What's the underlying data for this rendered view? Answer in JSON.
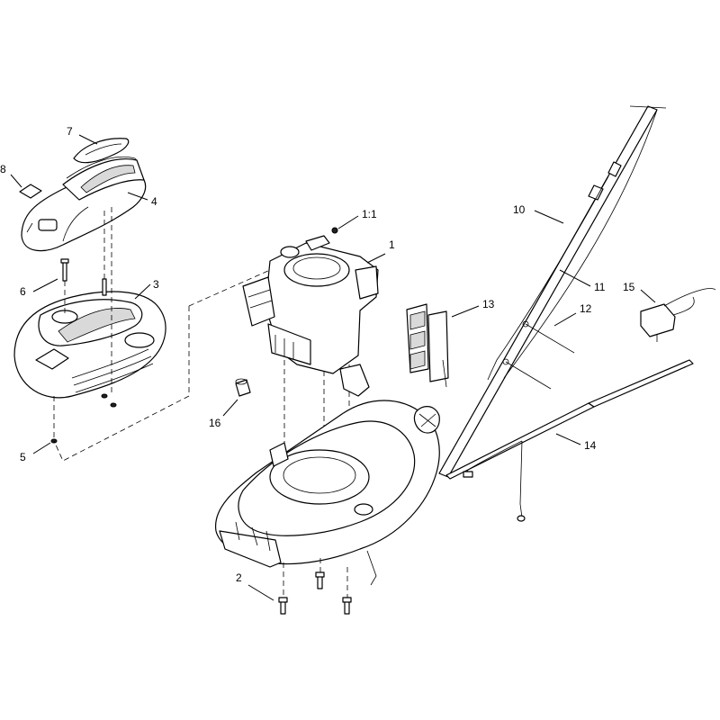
{
  "callouts": {
    "c1": "1",
    "c1_1": "1:1",
    "c2": "2",
    "c3": "3",
    "c4": "4",
    "c5": "5",
    "c6": "6",
    "c7": "7",
    "c8": "8",
    "c10": "10",
    "c11": "11",
    "c12": "12",
    "c13": "13",
    "c14": "14",
    "c15": "15",
    "c16": "16"
  }
}
